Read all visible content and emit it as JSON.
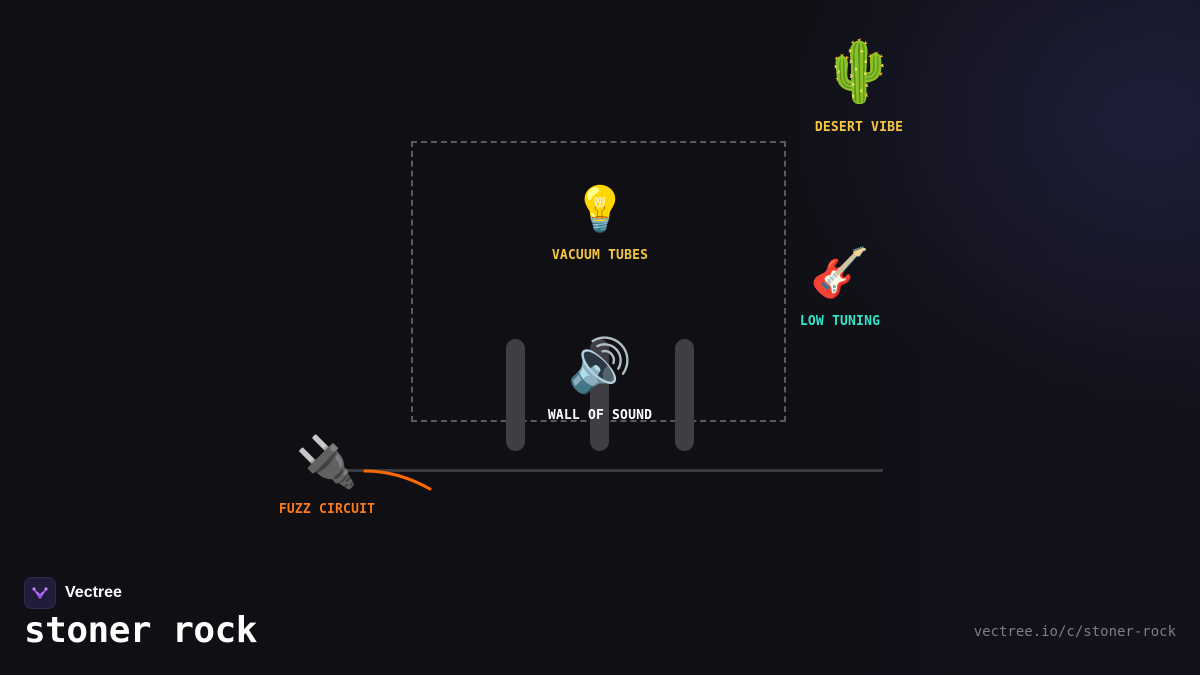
{
  "brand": {
    "name": "Vectree",
    "logo_icon": "vectree-logo-icon",
    "logo_color": "#a855f7"
  },
  "page": {
    "title": "stoner rock",
    "url": "vectree.io/c/stoner-rock"
  },
  "nodes": [
    {
      "id": "desert",
      "emoji": "🌵",
      "icon": "cactus-icon",
      "label": "DESERT VIBE",
      "color": "#f5c542"
    },
    {
      "id": "tubes",
      "emoji": "💡",
      "icon": "light-bulb-icon",
      "label": "VACUUM TUBES",
      "color": "#f5c542"
    },
    {
      "id": "low",
      "emoji": "🎸",
      "icon": "guitar-icon",
      "label": "LOW TUNING",
      "color": "#2ee6c9"
    },
    {
      "id": "wall",
      "emoji": "🔊",
      "icon": "speaker-icon",
      "label": "WALL OF SOUND",
      "color": "#ffffff"
    },
    {
      "id": "fuzz",
      "emoji": "🔌",
      "icon": "plug-icon",
      "label": "FUZZ CIRCUIT",
      "color": "#ff7a1a"
    }
  ],
  "colors": {
    "background": "#0f0f14",
    "cable": "#ff6a00",
    "dashed_border": "#5a5a62",
    "pillar": "#3e3e44"
  }
}
